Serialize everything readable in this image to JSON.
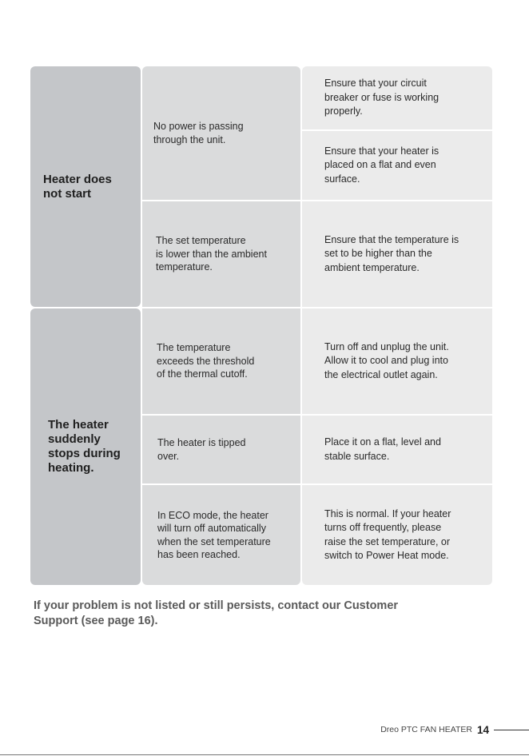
{
  "problems": [
    {
      "label": "Heater does\nnot start",
      "causes": [
        {
          "text": "No power is passing\nthrough the unit.",
          "solutions": [
            "Ensure that your circuit\nbreaker or fuse is working\nproperly.",
            "Ensure that your heater is\nplaced on a flat and even\nsurface."
          ]
        },
        {
          "text": "The set temperature\nis lower than the ambient\ntemperature.",
          "solutions": [
            "Ensure that the temperature is\nset to be higher than the\nambient temperature."
          ]
        }
      ]
    },
    {
      "label": "The heater\nsuddenly\nstops during\nheating.",
      "causes": [
        {
          "text": "The temperature\nexceeds the threshold\nof the thermal cutoff.",
          "solutions": [
            "Turn off and unplug the unit.\nAllow it to cool and plug into\nthe electrical outlet again."
          ]
        },
        {
          "text": "The heater is tipped\nover.",
          "solutions": [
            "Place it on a flat, level and\nstable surface."
          ]
        },
        {
          "text": "In ECO mode, the heater\nwill turn off automatically\nwhen the set temperature\nhas been reached.",
          "solutions": [
            "This is normal. If your heater\nturns off frequently, please\nraise the set temperature, or\nswitch to Power Heat mode."
          ]
        }
      ]
    }
  ],
  "footnote": "If your problem is not listed or still persists, contact our Customer\nSupport (see page 16).",
  "footer": {
    "brand": "Dreo PTC FAN HEATER",
    "page_number": "14"
  }
}
